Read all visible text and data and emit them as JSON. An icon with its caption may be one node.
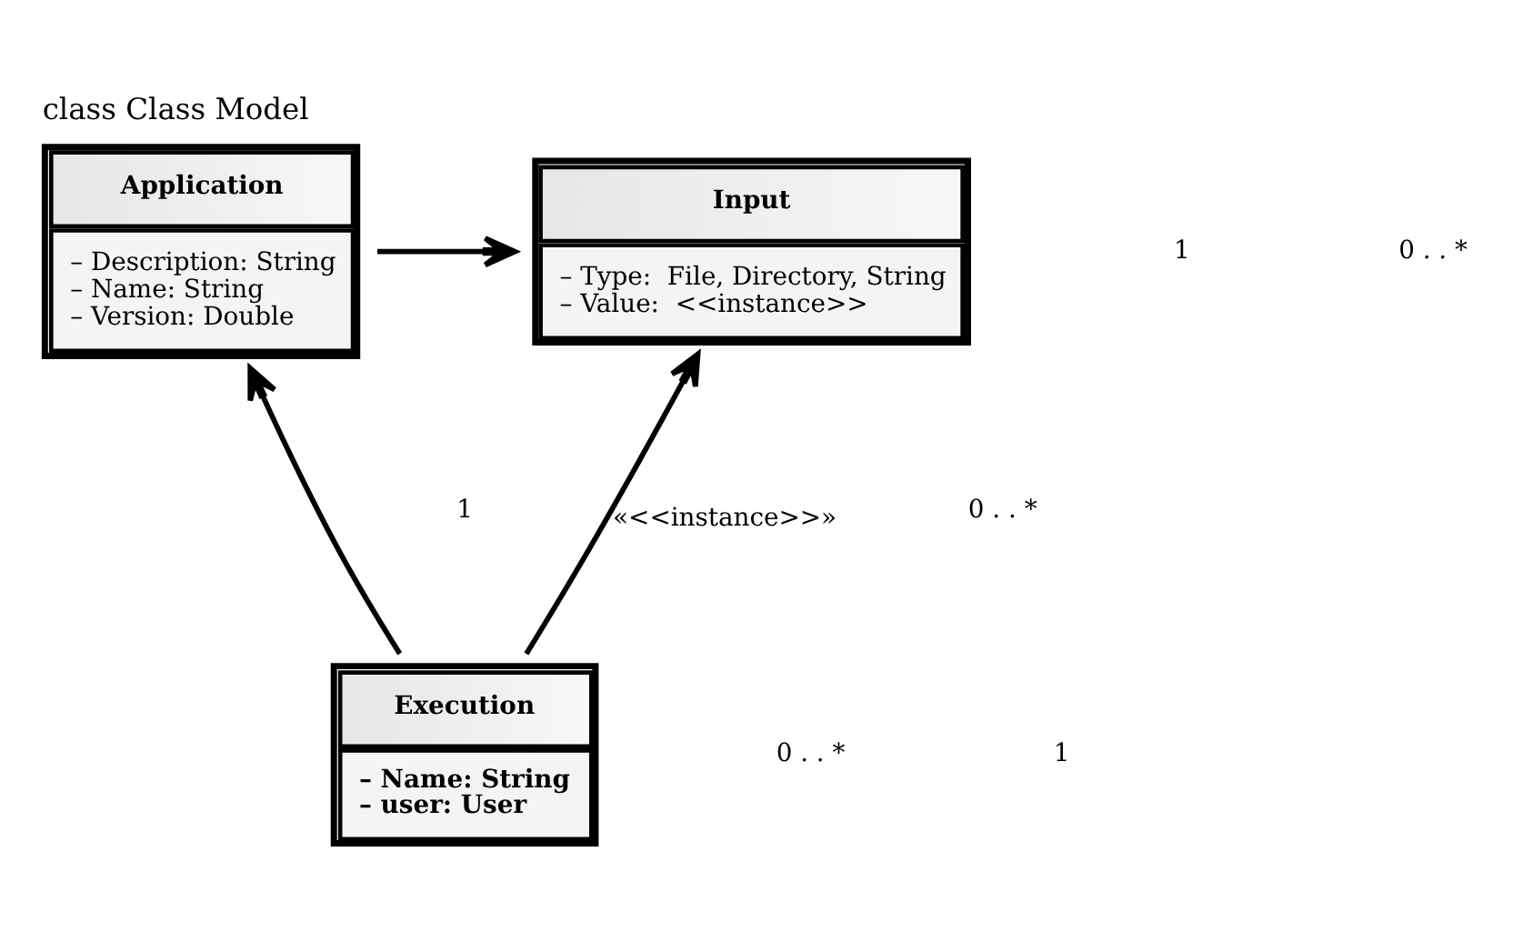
{
  "diagram": {
    "title": "class Class Model",
    "nodes": [
      {
        "text": [
          "Application",
          "– Description: String",
          "– Name: String",
          "– Version: Double"
        ]
      },
      {
        "text": [
          "Input",
          "– Type:  File, Directory, String",
          "– Value:  <<instance>>"
        ]
      },
      {
        "text": [
          "Execution",
          "– Name: String",
          "– user: User"
        ]
      }
    ],
    "edges": [
      {
        "from": 0,
        "to": 1,
        "arrow": "to"
      },
      {
        "from": 2,
        "to": 0,
        "arrow": "to"
      },
      {
        "from": 2,
        "to": 1,
        "arrow": "to",
        "label": "«<<instance>>»"
      }
    ],
    "labels": [
      "1",
      "0 . . *",
      "1",
      "0 . . *",
      "0 . . *",
      "1"
    ]
  }
}
